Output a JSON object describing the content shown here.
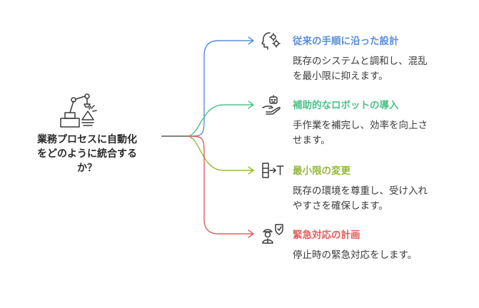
{
  "center": {
    "title": "業務プロセスに自動化\nをどのように統合する\nか？",
    "icon": "robot-arm-icon"
  },
  "colors": {
    "trunk": "#5a5a5a",
    "blue": "#5b8fd9",
    "green": "#4fc28a",
    "olive": "#95b83f",
    "red": "#e0605e",
    "icon": "#3a3a3a"
  },
  "branches": [
    {
      "title": "従来の手順に沿った設計",
      "description": "既存のシステムと調和し、混乱\nを最小限に抑えます。",
      "color": "#5b8fd9",
      "icon": "head-gears-icon"
    },
    {
      "title": "補助的なロボットの導入",
      "description": "手作業を補完し、効率を向上さ\nせます。",
      "color": "#4fc28a",
      "icon": "hand-robot-icon"
    },
    {
      "title": "最小限の変更",
      "description": "既存の環境を尊重し、受け入れ\nやすさを確保します。",
      "color": "#95b83f",
      "icon": "box-arrow-t-icon"
    },
    {
      "title": "緊急対応の計画",
      "description": "停止時の緊急対応をします。",
      "color": "#e0605e",
      "icon": "worker-shield-icon"
    }
  ]
}
